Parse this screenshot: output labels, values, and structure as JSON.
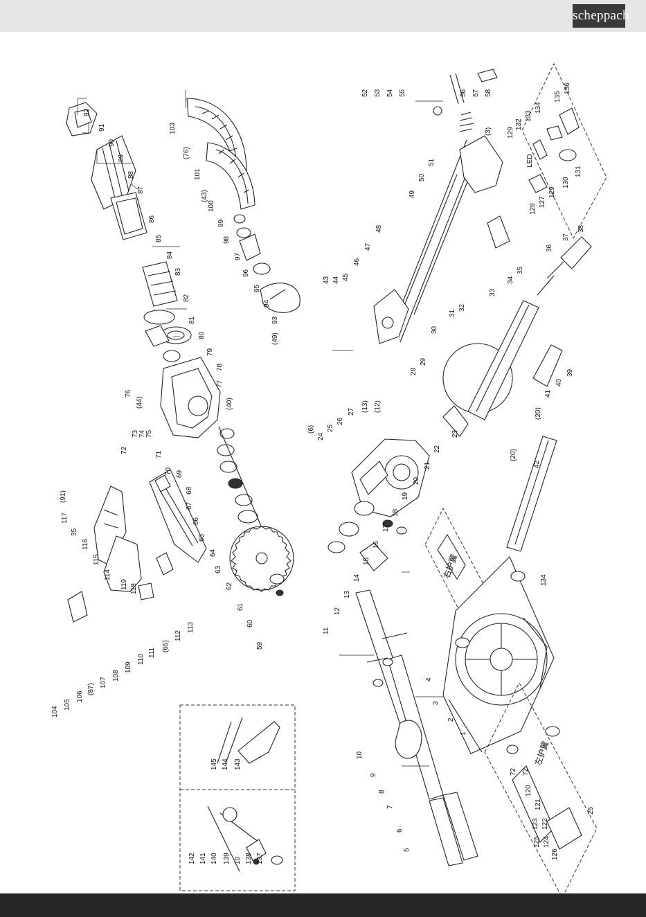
{
  "header": {
    "brand": "scheppach"
  },
  "diagram": {
    "labels_top": [
      "92",
      "91",
      "90",
      "89",
      "88",
      "87",
      "86",
      "85",
      "84",
      "83",
      "82",
      "81",
      "80",
      "79",
      "78",
      "77",
      "(40)",
      "76",
      "(44)",
      "75",
      "74",
      "73",
      "72",
      "71",
      "70",
      "69",
      "68",
      "67",
      "66",
      "65",
      "64",
      "63",
      "62",
      "61",
      "60",
      "59"
    ],
    "labels_guard": [
      "103",
      "(76)",
      "101",
      "(43)",
      "100",
      "99",
      "98",
      "97",
      "96",
      "95",
      "94",
      "93",
      "(49)"
    ],
    "labels_handle": [
      "(91)",
      "117",
      "35",
      "116",
      "115",
      "114",
      "119",
      "118",
      "104",
      "105",
      "106",
      "(87)",
      "107",
      "108",
      "109",
      "110",
      "111",
      "(65)",
      "112",
      "113"
    ],
    "labels_arm": [
      "52",
      "53",
      "54",
      "55",
      "56",
      "57",
      "58",
      "(3)",
      "51",
      "50",
      "49",
      "48",
      "47",
      "46",
      "45",
      "44",
      "43"
    ],
    "labels_led": [
      "136",
      "135",
      "134",
      "133",
      "132",
      "129",
      "LED",
      "131",
      "130",
      "129",
      "128",
      "127"
    ],
    "labels_pivot": [
      "(6)",
      "24",
      "25",
      "26",
      "27",
      "(13)",
      "(12)",
      "28",
      "29",
      "30",
      "31",
      "32",
      "33",
      "34",
      "35",
      "36",
      "37",
      "38",
      "39",
      "40",
      "41",
      "(20)",
      "23",
      "22",
      "21",
      "20",
      "19",
      "18",
      "17",
      "16",
      "15",
      "14",
      "13",
      "12"
    ],
    "labels_fence": [
      "42",
      "(20)",
      "134",
      "11",
      "4",
      "3",
      "2",
      "1",
      "10",
      "9",
      "8",
      "7",
      "6",
      "5"
    ],
    "labels_right_box": [
      "72",
      "72",
      "120",
      "121",
      "123",
      "122",
      "124",
      "125",
      "126",
      "25"
    ],
    "labels_kit_left": [
      "142",
      "141",
      "140",
      "139",
      "10",
      "138",
      "137"
    ],
    "labels_kit_right": [
      "145",
      "144",
      "143"
    ],
    "cn_right": "右护翼",
    "cn_left": "左护翼"
  }
}
